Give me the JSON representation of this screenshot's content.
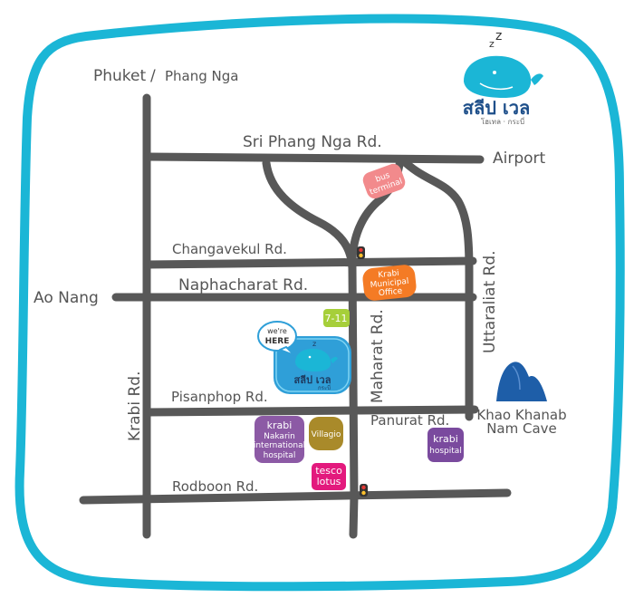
{
  "brand": {
    "name": "สลีป เวล",
    "tagline": "โฮเทล · กระบี่",
    "mark_name": "สลีป เวล",
    "mark_tagline": "กระบี่"
  },
  "regions": {
    "northwest": "Phuket",
    "separator": "/",
    "northwest_2": "Phang Nga",
    "west": "Ao Nang",
    "east": "Airport"
  },
  "roads": {
    "sri_phang_nga": "Sri Phang Nga Rd.",
    "changavekul": "Changavekul Rd.",
    "naphacharat": "Naphacharat Rd.",
    "pisanphop": "Pisanphop Rd.",
    "panurat": "Panurat Rd.",
    "rodboon": "Rodboon Rd.",
    "krabi": "Krabi Rd.",
    "maharat": "Maharat Rd.",
    "uttaraliat": "Uttaraliat Rd."
  },
  "pois": {
    "bus_terminal": [
      "bus",
      "terminal"
    ],
    "municipal_office": [
      "Krabi",
      "Municipal",
      "Office"
    ],
    "seven_eleven": "7-11",
    "we_are_here": [
      "we're",
      "HERE"
    ],
    "nakarin_hospital": [
      "krabi",
      "Nakarin",
      "international",
      "hospital"
    ],
    "villagio": "Villagio",
    "krabi_hospital": [
      "krabi",
      "hospital"
    ],
    "tesco": [
      "tesco",
      "lotus"
    ],
    "cave": [
      "Khao Khanab",
      "Nam Cave"
    ]
  },
  "colors": {
    "frame": "#1bb6d6",
    "road": "#585858",
    "bus_terminal": "#f28a8c",
    "municipal_office": "#f47b25",
    "seven_eleven": "#a6cf3a",
    "we_are_here": "#2f9fd8",
    "nakarin_hospital": "#8c5aa5",
    "villagio": "#a98a2a",
    "krabi_hospital": "#7a4a9e",
    "tesco": "#e3197d",
    "cave": "#1e5ea8"
  },
  "icons": [
    "whale-logo-icon",
    "traffic-light-icon",
    "mountain-icon"
  ]
}
